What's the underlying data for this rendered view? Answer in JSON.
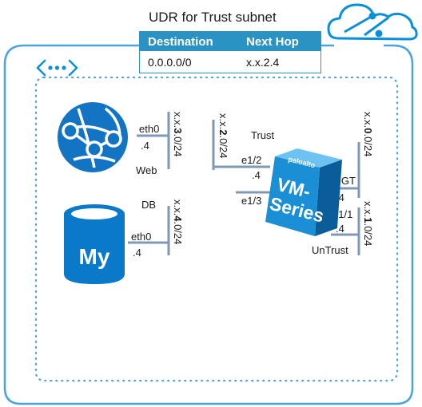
{
  "udr": {
    "title": "UDR for Trust subnet",
    "headers": [
      "Destination",
      "Next Hop"
    ],
    "row": [
      "0.0.0.0/0",
      "x.x.2.4"
    ]
  },
  "web": {
    "iface": "eth0",
    "ip": ".4",
    "label": "Web",
    "subnet_prefix": "x.x.",
    "subnet_bold": "3",
    "subnet_suffix": ".0/24"
  },
  "db": {
    "label": "DB",
    "iface": "eth0",
    "ip": ".4",
    "subnet_prefix": "x.x.",
    "subnet_bold": "4",
    "subnet_suffix": ".0/24",
    "icon_text": "My"
  },
  "trust": {
    "label": "Trust",
    "subnet_prefix": "x.x.",
    "subnet_bold": "2",
    "subnet_suffix": ".0/24",
    "iface1": "e1/2",
    "ip1": ".4",
    "iface2": "e1/3"
  },
  "firewall": {
    "brand": "paloalto",
    "line1": "VM-",
    "line2": "Series"
  },
  "mgmt": {
    "iface": "MGT",
    "ip": ".4",
    "subnet_prefix": "x.x.",
    "subnet_bold": "0",
    "subnet_suffix": ".0/24"
  },
  "untrust": {
    "iface": "e1/1",
    "ip": ".4",
    "label": "UnTrust",
    "subnet_prefix": "x.x.",
    "subnet_bold": "1",
    "subnet_suffix": ".0/24"
  },
  "colors": {
    "azure_blue": "#0078d7",
    "vnet_border": "#4aa3df",
    "table_header": "#2b93c3",
    "line_gray": "#7f98b6",
    "firewall_blue": "#1a8fd6"
  }
}
